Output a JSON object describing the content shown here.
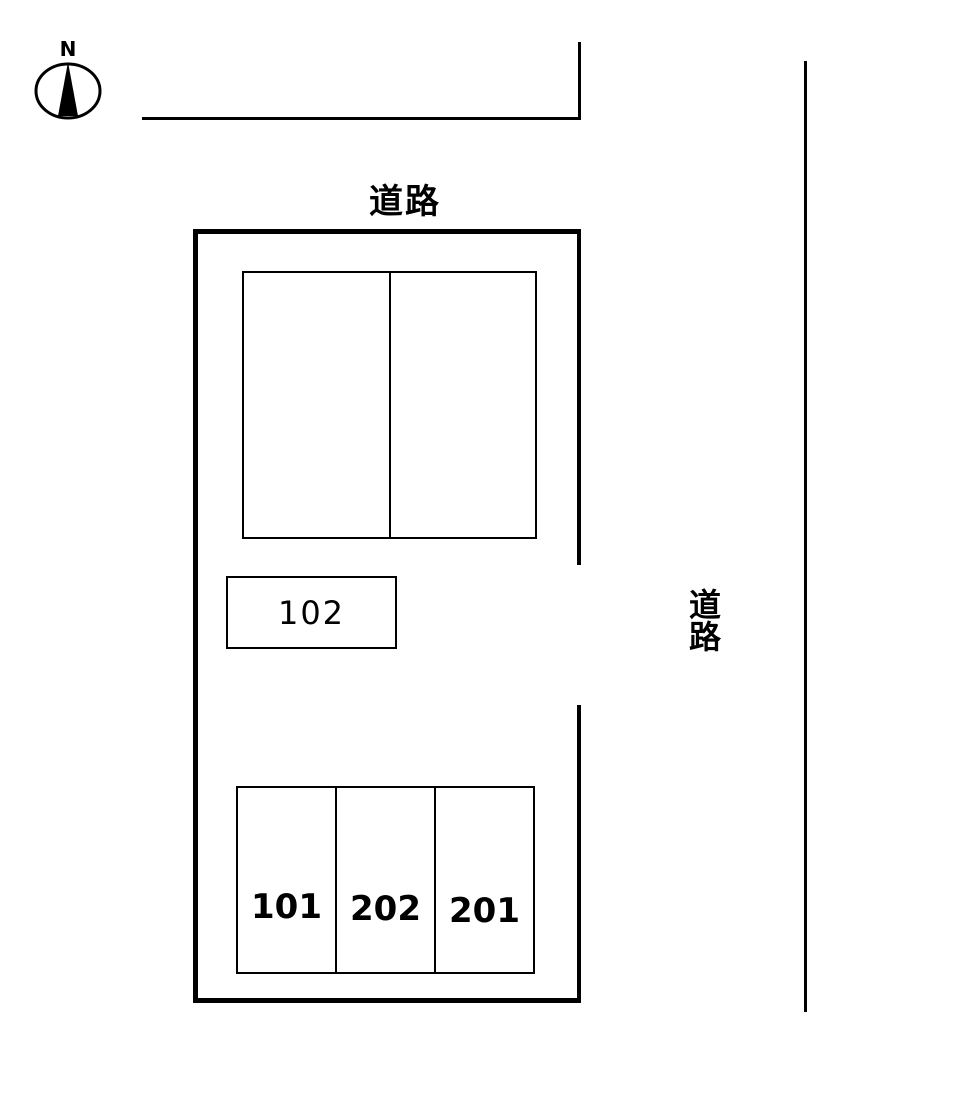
{
  "compass": {
    "north_label": "N"
  },
  "roads": {
    "north": "道路",
    "east": "道路"
  },
  "units": {
    "u102": "102",
    "u101": "101",
    "u202": "202",
    "u201": "201"
  }
}
